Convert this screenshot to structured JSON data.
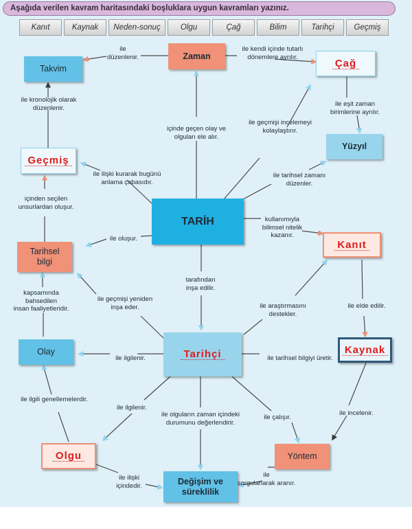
{
  "instruction": "Aşağıda verilen kavram haritasındaki boşluklara uygun kavramları yazınız.",
  "word_bank": [
    "Kanıt",
    "Kaynak",
    "Neden-sonuç",
    "Olgu",
    "Çağ",
    "Bilim",
    "Tarihçi",
    "Geçmiş"
  ],
  "nodes": {
    "zaman": "Zaman",
    "takvim": "Takvim",
    "cag": "Çağ",
    "yuzyil": "Yüzyıl",
    "gecmis": "Geçmiş",
    "tarih": "TARİH",
    "kanit": "Kanıt",
    "tarihsel_bilgi": "Tarihsel\nbilgi",
    "kaynak": "Kaynak",
    "olay": "Olay",
    "tarihci": "Tarihçi",
    "olgu": "Olgu",
    "yontem": "Yöntem",
    "degisim": "Değişim ve\nsüreklilik"
  },
  "edge_labels": {
    "zaman_takvim": "ile\ndüzenlenir.",
    "zaman_cag": "ile kendi içinde tutarlı\ndönemlere ayrılır.",
    "tarih_zaman": "içinde geçen olay ve\nolguları ele alır.",
    "takvim_gecmis": "ile kronolojik olarak\ndüzenlenir.",
    "cag_yuzyil": "ile eşit zaman\nbirimlerine ayrılır.",
    "tarih_cag": "ile geçmişi incelemeyi\nkolaylaştırır.",
    "tarih_gecmis": "ile ilişki kurarak bugünü\nanlama çabasıdır.",
    "tarih_yuzyil": "ile tarihsel zamanı\ndüzenler.",
    "bilgi_gecmis": "içinden seçilen\nunsurlardan oluşur.",
    "tarih_kanit": "kullanımıyla\nbilimsel nitelik\nkazanır.",
    "tarih_bilgi": "ile oluşur.",
    "tarih_tarihci": "tarafından\ninşa edilir.",
    "olay_bilgi": "kapsamında\nbahsedilen\ninsan faaliyetleridir.",
    "tarihci_bilgi": "ile geçmişi yeniden\ninşa eder.",
    "kanit_tarihci": "ile araştırmasını\ndestekler.",
    "kanit_kaynak": "ile elde edilir.",
    "tarihci_olay": "ile ilgilenir.",
    "tarihci_kaynak": "ile tarihsel bilgiyi üretir.",
    "olgu_olay": "ile ilgili genellemelerdir.",
    "tarihci_olgu": "ile ilgilenir.",
    "tarihci_degisim": "ile olguların zaman içindeki\ndurumunu değerlendirir.",
    "tarihci_yontem": "ile çalışır.",
    "kaynak_yontem": "ile incelenir.",
    "olgu_degisim": "ile ilişki\niçindedir.",
    "yontem_degisim": "ile\nsorgulanarak aranır."
  },
  "colors": {
    "background": "#dff0f8",
    "blue_node": "#62c1e6",
    "orange_node": "#f09178",
    "central_node": "#1fb0e2",
    "answer_text": "#e01b1b",
    "link_line": "#4a4a4a",
    "arrow_head": "#8fd3ee"
  }
}
